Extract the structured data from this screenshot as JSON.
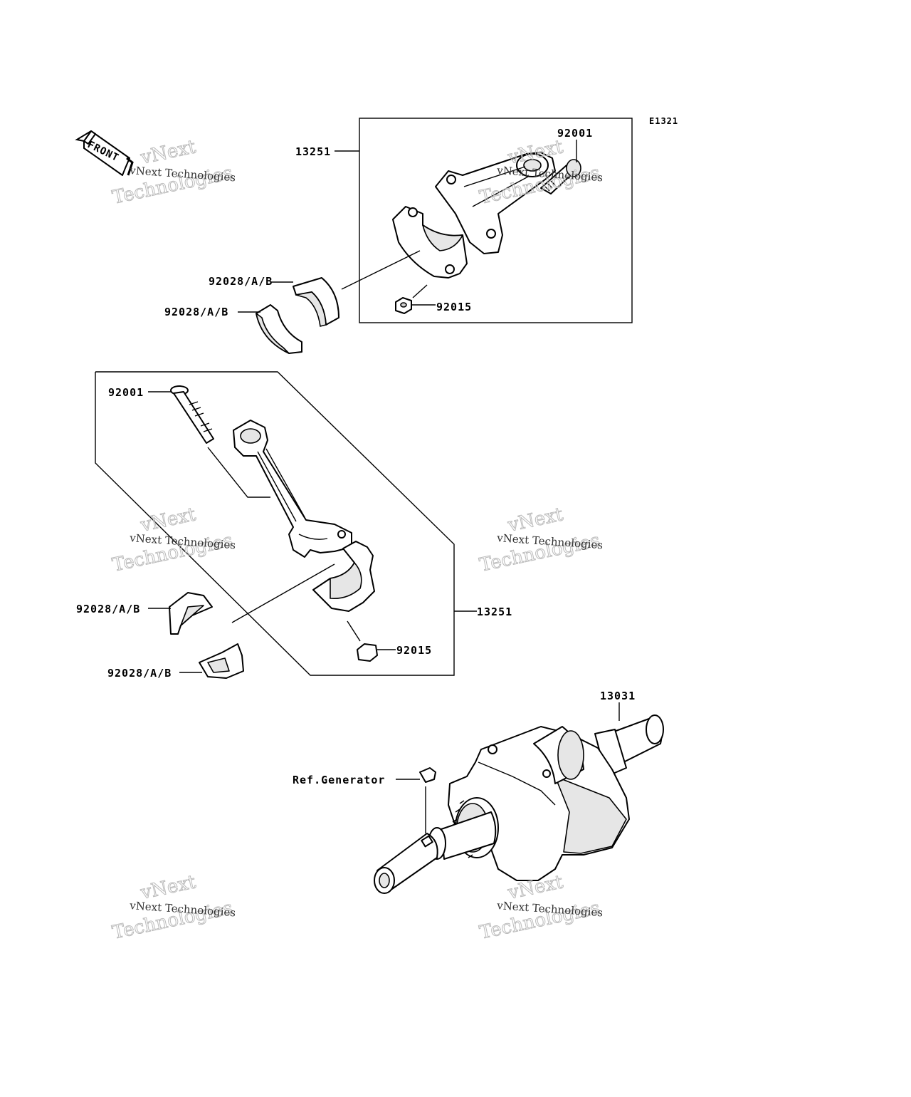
{
  "diagram_code": "E1321",
  "front_label": "FRONT",
  "callouts": {
    "upper_rod_assembly": "13251",
    "upper_bolt": "92001",
    "upper_nut": "92015",
    "upper_bearing_1": "92028/A/B",
    "upper_bearing_2": "92028/A/B",
    "lower_bolt": "92001",
    "lower_rod_assembly": "13251",
    "lower_nut": "92015",
    "lower_bearing_1": "92028/A/B",
    "lower_bearing_2": "92028/A/B",
    "crankshaft": "13031",
    "key_reference": "Ref.Generator"
  },
  "watermark": {
    "line1": "vNext Technologies",
    "line2": "vNext",
    "line3": "Technologies"
  }
}
